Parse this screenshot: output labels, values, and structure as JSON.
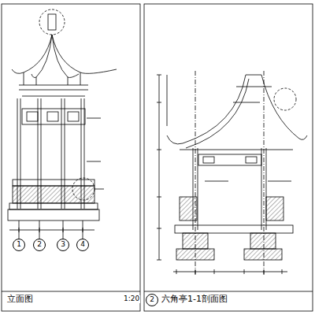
{
  "diagram": {
    "title": "六角亭1-1剖面图",
    "nodes": [
      {
        "text": [
          "1"
        ]
      },
      {
        "text": [
          "2"
        ]
      },
      {
        "text": [
          "3"
        ]
      },
      {
        "text": [
          "4"
        ]
      },
      {
        "text": [
          "2"
        ]
      }
    ],
    "labels": [
      "立面图",
      "1:20"
    ]
  }
}
